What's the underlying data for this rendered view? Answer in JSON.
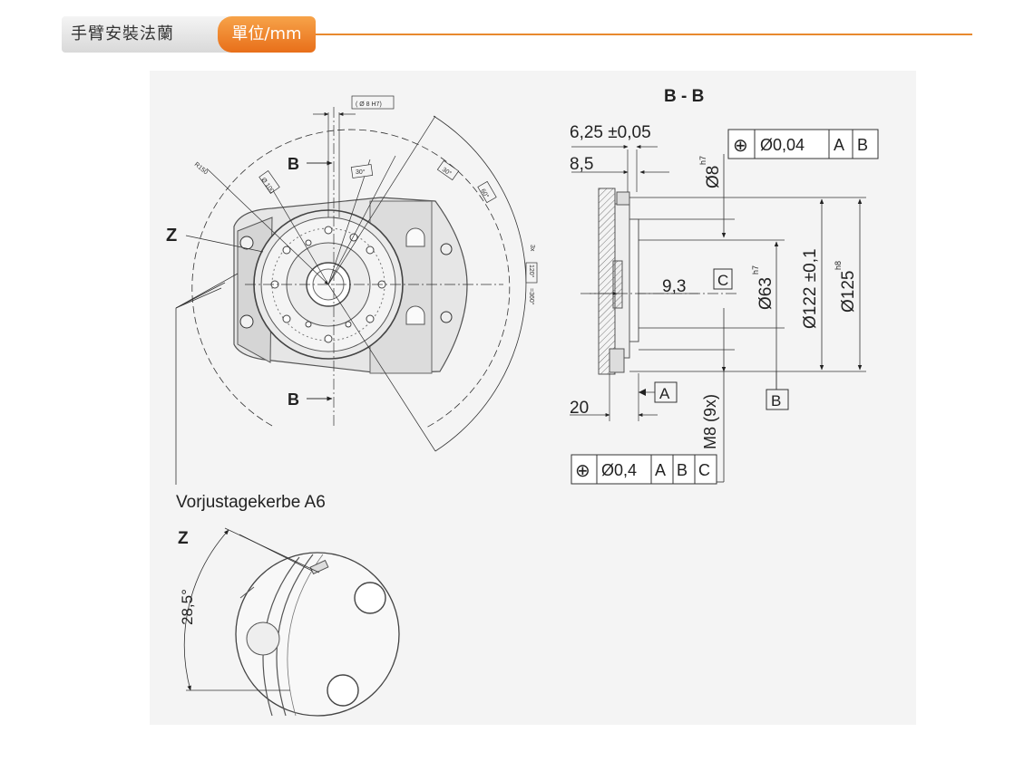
{
  "header": {
    "title": "手臂安裝法蘭",
    "unit": "單位/mm"
  },
  "drawing": {
    "front_view": {
      "label_z": "Z",
      "label_b_top": "B",
      "label_b_bottom": "B",
      "r150": "R150",
      "d100": "Ø 100",
      "d8h7": "( Ø 8 H7)",
      "a30_1": "30°",
      "a30_2": "30°",
      "a60": "60°",
      "a120_prefix": "3x",
      "a120": "120°",
      "a360": "=360°"
    },
    "section_view": {
      "title": "B - B",
      "dim_625": "6,25 ±0,05",
      "dim_85": "8,5",
      "dim_d8": "Ø8",
      "dim_d8_tol": "h7",
      "fcf_top": [
        "⊕",
        "Ø0,04",
        "A",
        "B"
      ],
      "dim_93": "9,3",
      "datum_c": "C",
      "dim_d63": "Ø63",
      "dim_d63_tol": "h7",
      "dim_d122": "Ø122 ±0,1",
      "dim_d125": "Ø125",
      "dim_d125_tol": "h8",
      "datum_a": "A",
      "datum_b": "B",
      "dim_20": "20",
      "thread": "M8 (9x)",
      "fcf_bottom": [
        "⊕",
        "Ø0,4",
        "A",
        "B",
        "C"
      ]
    },
    "detail_view": {
      "notch_label": "Vorjustagekerbe A6",
      "label_z": "Z",
      "angle": "28,5°"
    }
  }
}
